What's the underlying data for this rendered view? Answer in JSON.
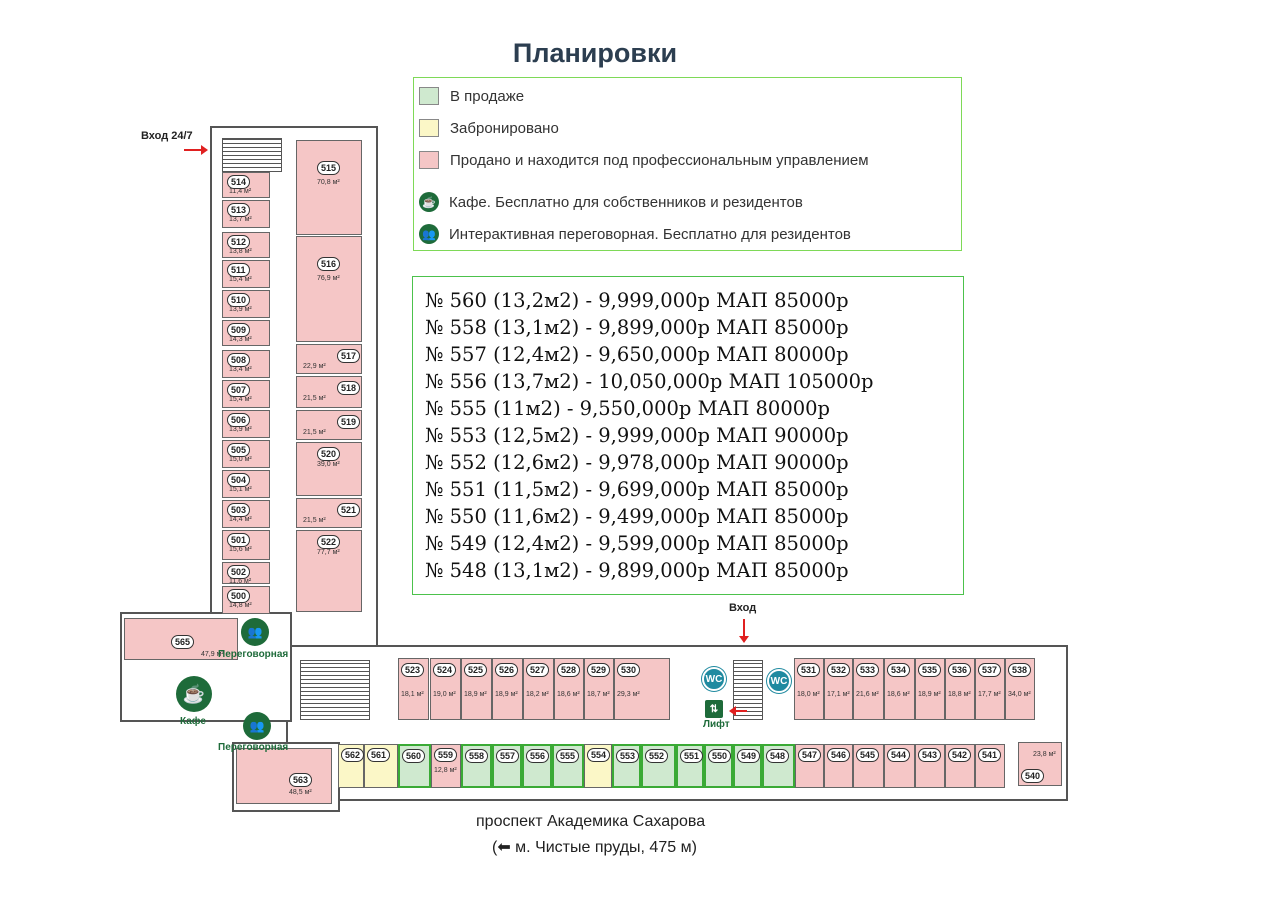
{
  "title": "Планировки",
  "legend": {
    "on_sale": "В продаже",
    "reserved": "Забронировано",
    "sold": "Продано и находится под профессиональным управлением",
    "cafe": "Кафе. Бесплатно для собственников и резидентов",
    "meeting": "Интерактивная переговорная. Бесплатно для резидентов"
  },
  "colors": {
    "on_sale": "#cfe9cf",
    "reserved": "#fbf7c7",
    "sold": "#f5c6c6",
    "accent_green": "#7ed957",
    "brand": "#1e6b3a"
  },
  "price_list": [
    "№ 560 (13,2м2) - 9,999,000р МАП 85000р",
    "№ 558 (13,1м2) - 9,899,000р МАП 85000р",
    "№ 557 (12,4м2) - 9,650,000р МАП 80000р",
    "№ 556 (13,7м2) - 10,050,000р МАП 105000р",
    "№ 555 (11м2) - 9,550,000р МАП 80000р",
    "№ 553 (12,5м2) - 9,999,000р МАП 90000р",
    "№ 552 (12,6м2) - 9,978,000р МАП 90000р",
    "№ 551 (11,5м2) - 9,699,000р МАП 85000р",
    "№ 550 (11,6м2) - 9,499,000р МАП 85000р",
    "№ 549 (12,4м2) - 9,599,000р МАП 85000р",
    "№ 548 (13,1м2) - 9,899,000р МАП 85000р"
  ],
  "labels": {
    "entry_247": "Вход 24/7",
    "entry": "Вход",
    "lift": "Лифт",
    "wc": "WC",
    "cafe": "Кафе",
    "meeting": "Переговорная",
    "street": "проспект Академика Сахарова",
    "metro": "(⬅ м. Чистые пруды, 475 м)"
  },
  "rooms_left": [
    {
      "no": "514",
      "area": "11,4 м²",
      "status": "sold"
    },
    {
      "no": "513",
      "area": "13,7 м²",
      "status": "sold"
    },
    {
      "no": "512",
      "area": "13,8 м²",
      "status": "sold"
    },
    {
      "no": "511",
      "area": "15,4 м²",
      "status": "sold"
    },
    {
      "no": "510",
      "area": "13,9 м²",
      "status": "sold"
    },
    {
      "no": "509",
      "area": "14,3 м²",
      "status": "sold"
    },
    {
      "no": "508",
      "area": "13,4 м²",
      "status": "sold"
    },
    {
      "no": "507",
      "area": "15,4 м²",
      "status": "sold"
    },
    {
      "no": "506",
      "area": "13,9 м²",
      "status": "sold"
    },
    {
      "no": "505",
      "area": "15,0 м²",
      "status": "sold"
    },
    {
      "no": "504",
      "area": "15,1 м²",
      "status": "sold"
    },
    {
      "no": "503",
      "area": "14,4 м²",
      "status": "sold"
    },
    {
      "no": "501",
      "area": "15,6 м²",
      "status": "sold"
    },
    {
      "no": "502",
      "area": "11,6 м²",
      "status": "sold"
    },
    {
      "no": "500",
      "area": "14,8 м²",
      "status": "sold"
    }
  ],
  "rooms_right": [
    {
      "no": "515",
      "area": "70,8 м²",
      "status": "sold"
    },
    {
      "no": "516",
      "area": "76,9 м²",
      "status": "sold"
    },
    {
      "no": "517",
      "area": "22,9 м²",
      "status": "sold"
    },
    {
      "no": "518",
      "area": "21,5 м²",
      "status": "sold"
    },
    {
      "no": "519",
      "area": "21,5 м²",
      "status": "sold"
    },
    {
      "no": "520",
      "area": "39,0 м²",
      "status": "sold"
    },
    {
      "no": "521",
      "area": "21,5 м²",
      "status": "sold"
    },
    {
      "no": "522",
      "area": "77,7 м²",
      "status": "sold"
    }
  ],
  "rooms_top": [
    {
      "no": "523",
      "area": "18,1 м²"
    },
    {
      "no": "524",
      "area": "19,0 м²"
    },
    {
      "no": "525",
      "area": "18,9 м²"
    },
    {
      "no": "526",
      "area": "18,9 м²"
    },
    {
      "no": "527",
      "area": "18,2 м²"
    },
    {
      "no": "528",
      "area": "18,6 м²"
    },
    {
      "no": "529",
      "area": "18,7 м²"
    },
    {
      "no": "530",
      "area": "29,3 м²"
    }
  ],
  "rooms_top_right": [
    {
      "no": "531",
      "area": "18,0 м²"
    },
    {
      "no": "532",
      "area": "17,1 м²"
    },
    {
      "no": "533",
      "area": "21,6 м²"
    },
    {
      "no": "534",
      "area": "18,6 м²"
    },
    {
      "no": "535",
      "area": "18,9 м²"
    },
    {
      "no": "536",
      "area": "18,8 м²"
    },
    {
      "no": "537",
      "area": "17,7 м²"
    },
    {
      "no": "538",
      "area": "34,0 м²"
    }
  ],
  "rooms_bottom": [
    {
      "no": "562",
      "status": "reserved"
    },
    {
      "no": "561",
      "status": "reserved"
    },
    {
      "no": "560",
      "status": "on_sale"
    },
    {
      "no": "559",
      "status": "sold",
      "area": "12,8 м²"
    },
    {
      "no": "558",
      "status": "on_sale"
    },
    {
      "no": "557",
      "status": "on_sale"
    },
    {
      "no": "556",
      "status": "on_sale"
    },
    {
      "no": "555",
      "status": "on_sale"
    },
    {
      "no": "554",
      "status": "reserved"
    },
    {
      "no": "553",
      "status": "on_sale"
    },
    {
      "no": "552",
      "status": "on_sale"
    },
    {
      "no": "551",
      "status": "on_sale"
    },
    {
      "no": "550",
      "status": "on_sale"
    },
    {
      "no": "549",
      "status": "on_sale"
    },
    {
      "no": "548",
      "status": "on_sale"
    },
    {
      "no": "547",
      "status": "sold"
    },
    {
      "no": "546",
      "status": "sold"
    },
    {
      "no": "545",
      "status": "sold"
    },
    {
      "no": "544",
      "status": "sold"
    },
    {
      "no": "543",
      "status": "sold"
    },
    {
      "no": "542",
      "status": "sold"
    },
    {
      "no": "541",
      "status": "sold"
    }
  ],
  "rooms_misc": {
    "r565": {
      "no": "565",
      "area": "47,9 м²"
    },
    "r563": {
      "no": "563",
      "area": "48,5 м²"
    },
    "r540": {
      "no": "540",
      "area": "23,8 м²"
    }
  }
}
